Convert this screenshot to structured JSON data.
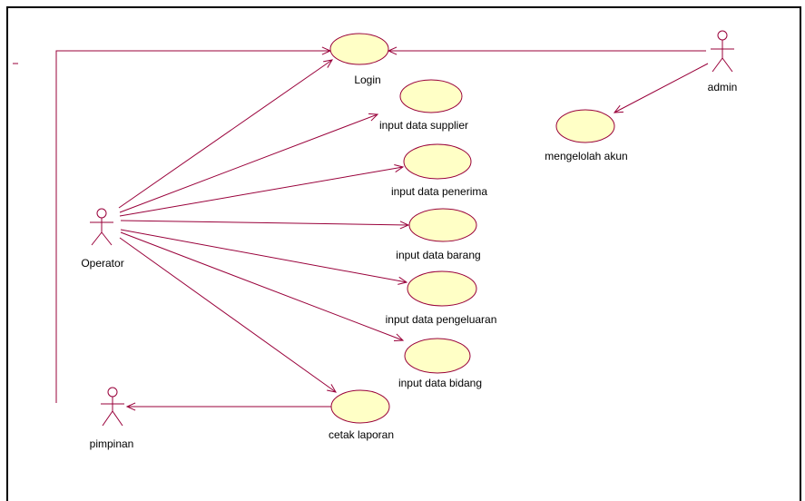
{
  "colors": {
    "line": "#99003a",
    "usecase_fill": "#ffffc6",
    "usecase_stroke": "#99003a",
    "frame": "#000000"
  },
  "actors": {
    "operator": "Operator",
    "admin": "admin",
    "pimpinan": "pimpinan"
  },
  "usecases": {
    "login": "Login",
    "input_supplier": "input data supplier",
    "input_penerima": "input data penerima",
    "input_barang": "input data barang",
    "input_pengeluaran": "input data pengeluaran",
    "input_bidang": "input data bidang",
    "cetak_laporan": "cetak laporan",
    "mengelolah_akun": "mengelolah akun"
  }
}
